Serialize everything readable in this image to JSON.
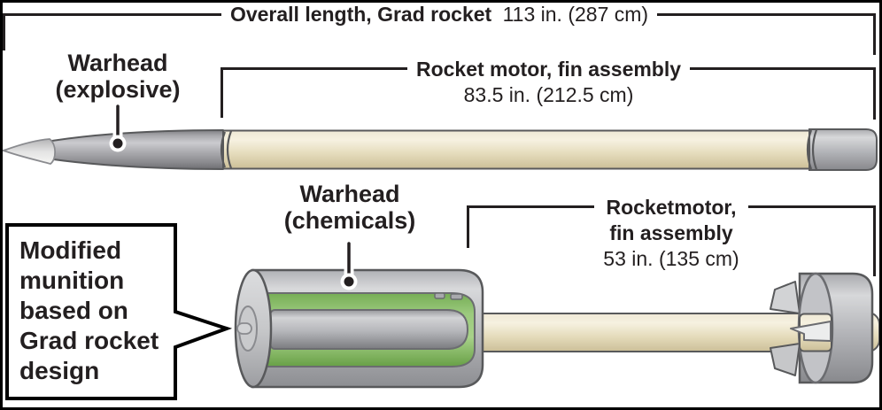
{
  "colors": {
    "text": "#231f20",
    "outline": "#58595b",
    "metal_gray": "#b3b4b8",
    "body_cream": "#ece4c9",
    "chemical_green": "#8fc06c",
    "background": "#ffffff",
    "frame": "#000000"
  },
  "top_diagram": {
    "overall_label": {
      "title": "Overall length, Grad rocket",
      "measurement": "113 in. (287 cm)"
    },
    "warhead_label": {
      "line1": "Warhead",
      "line2": "(explosive)"
    },
    "motor_label": {
      "line1": "Rocket motor, fin assembly",
      "measurement": "83.5 in. (212.5 cm)"
    }
  },
  "bottom_diagram": {
    "callout": {
      "lines": [
        "Modified",
        "munition",
        "based on",
        "Grad rocket",
        "design"
      ]
    },
    "warhead_label": {
      "line1": "Warhead",
      "line2": "(chemicals)"
    },
    "motor_label": {
      "line1": "Rocketmotor,",
      "line2": "fin assembly",
      "measurement": "53 in. (135 cm)"
    }
  }
}
